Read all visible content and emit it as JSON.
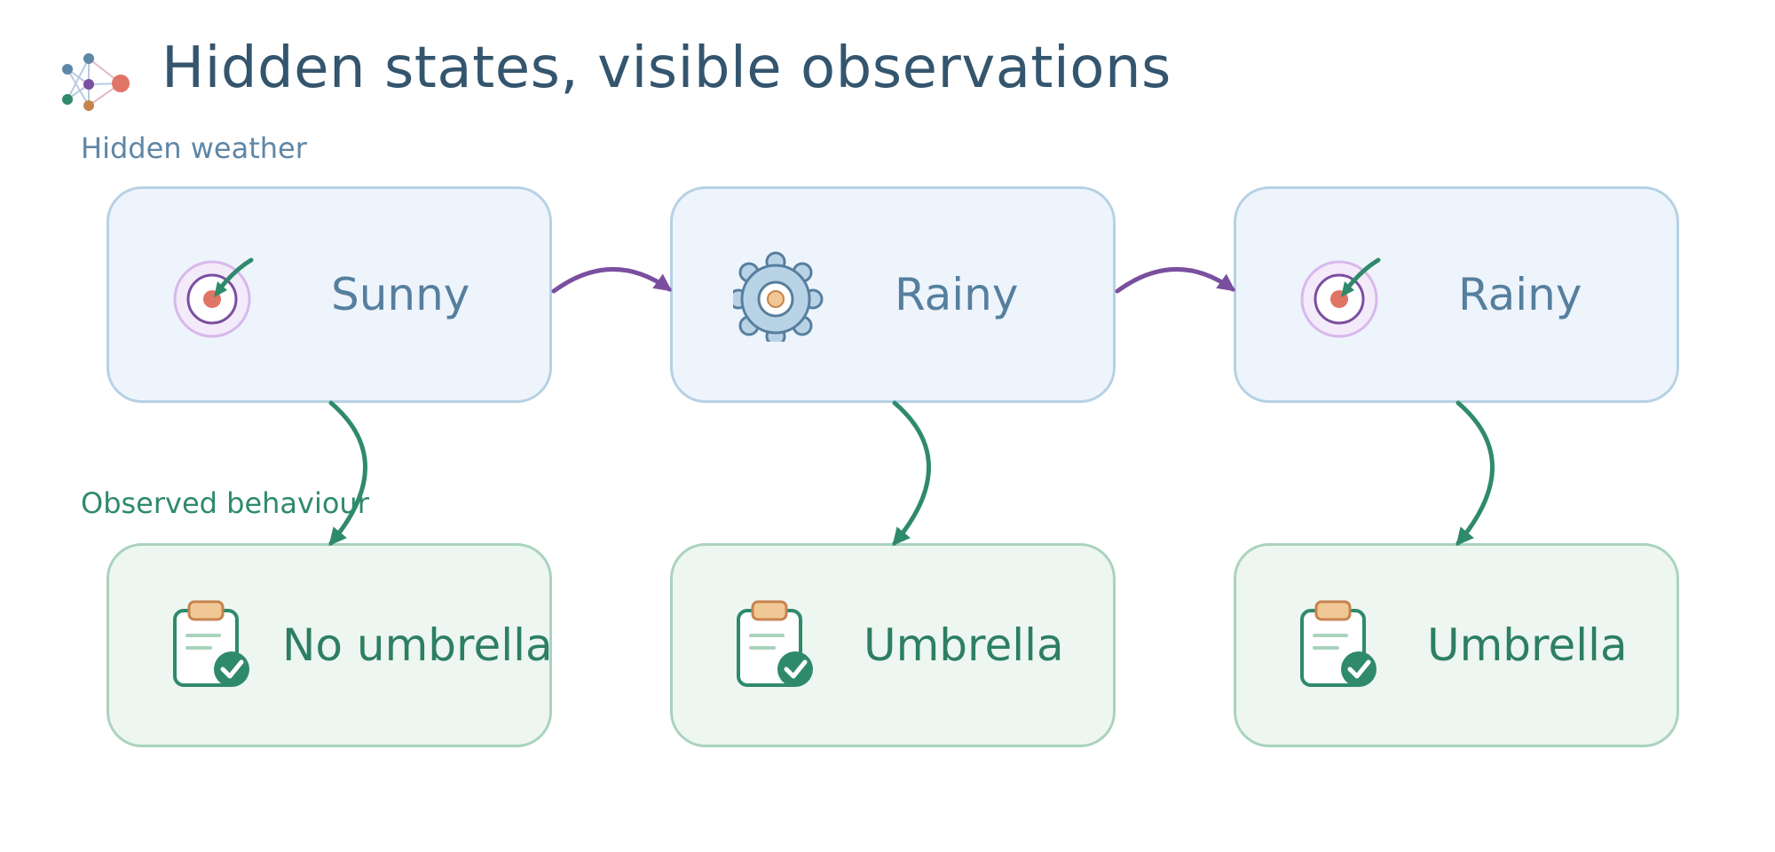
{
  "title": "Hidden states, visible observations",
  "sections": {
    "hidden": "Hidden weather",
    "observed": "Observed behaviour"
  },
  "states": [
    {
      "label": "Sunny",
      "icon": "target-icon"
    },
    {
      "label": "Rainy",
      "icon": "gear-icon"
    },
    {
      "label": "Rainy",
      "icon": "target-icon"
    }
  ],
  "observations": [
    {
      "label": "No umbrella",
      "icon": "clipboard-check-icon"
    },
    {
      "label": "Umbrella",
      "icon": "clipboard-check-icon"
    },
    {
      "label": "Umbrella",
      "icon": "clipboard-check-icon"
    }
  ],
  "colors": {
    "title": "#34556e",
    "hidden_label": "#5f86a6",
    "observed_label": "#2f8a6c",
    "state_fill": "#eef4fc",
    "state_border": "#b6d1e3",
    "obs_fill": "#eef6f1",
    "obs_border": "#a9d3bd",
    "transition_arrow": "#7a4fa0",
    "emission_arrow": "#2f8a6c"
  }
}
